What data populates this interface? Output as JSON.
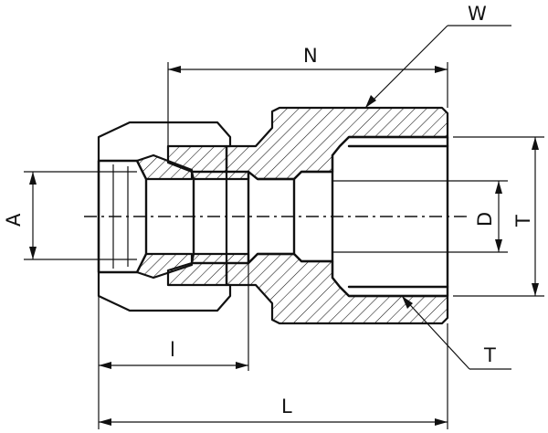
{
  "drawing": {
    "labels": {
      "N": "N",
      "W": "W",
      "A": "A",
      "D": "D",
      "T_dim": "T",
      "T_thread": "T",
      "l": "l",
      "L": "L"
    }
  }
}
